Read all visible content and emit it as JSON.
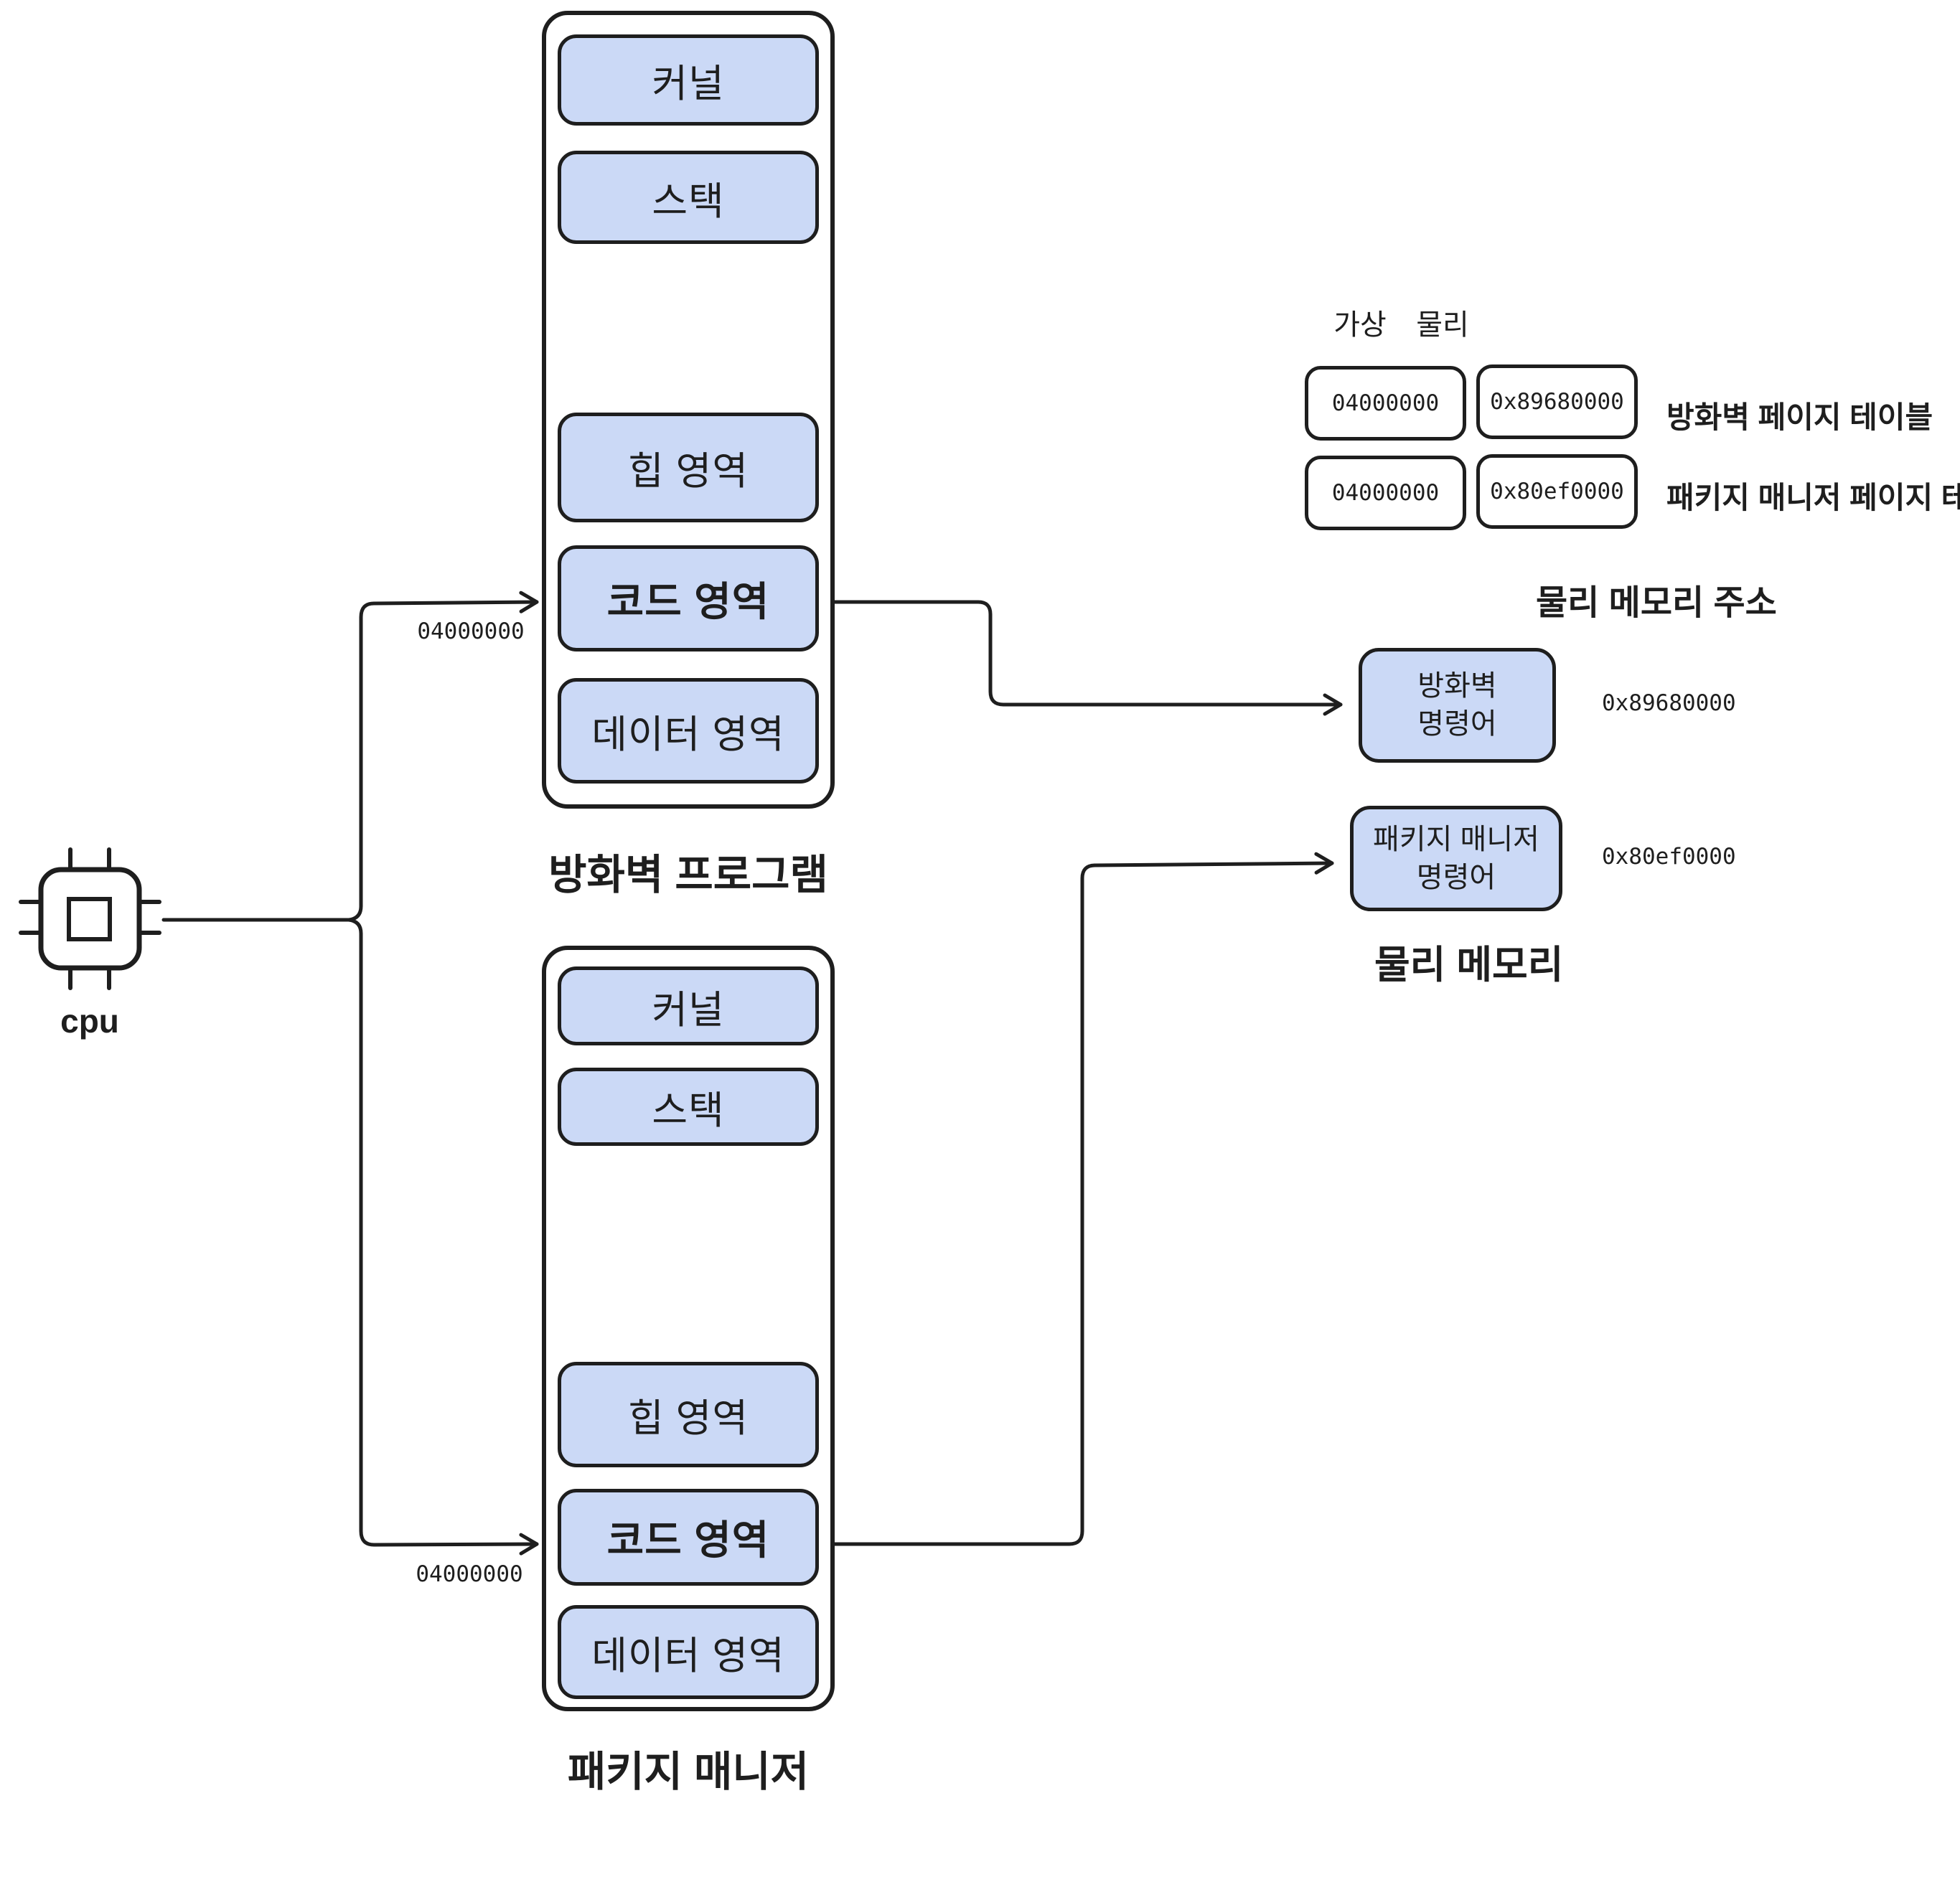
{
  "colors": {
    "block_fill": "#cbd9f6",
    "stroke": "#1e1e1e",
    "background": "#ffffff"
  },
  "cpu": {
    "label": "cpu"
  },
  "programs": [
    {
      "title": "방화벽 프로그램",
      "virtual_address": "04000000",
      "blocks": {
        "kernel": "커널",
        "stack": "스택",
        "heap": "힙 영역",
        "code": "코드 영역",
        "data": "데이터 영역"
      }
    },
    {
      "title": "패키지 매니저",
      "virtual_address": "04000000",
      "blocks": {
        "kernel": "커널",
        "stack": "스택",
        "heap": "힙 영역",
        "code": "코드 영역",
        "data": "데이터 영역"
      }
    }
  ],
  "page_table": {
    "title": "물리 메모리 주소",
    "headers": {
      "virtual": "가상",
      "physical": "물리"
    },
    "rows": [
      {
        "virtual": "04000000",
        "physical": "0x89680000",
        "label": "방화벽 페이지 테이블"
      },
      {
        "virtual": "04000000",
        "physical": "0x80ef0000",
        "label": "패키지 매니저 페이지 테이블"
      }
    ]
  },
  "physical_memory": {
    "title": "물리 메모리",
    "cells": [
      {
        "line1": "방화벽",
        "line2": "명령어",
        "address": "0x89680000"
      },
      {
        "line1": "패키지 매니저",
        "line2": "명령어",
        "address": "0x80ef0000"
      }
    ]
  }
}
